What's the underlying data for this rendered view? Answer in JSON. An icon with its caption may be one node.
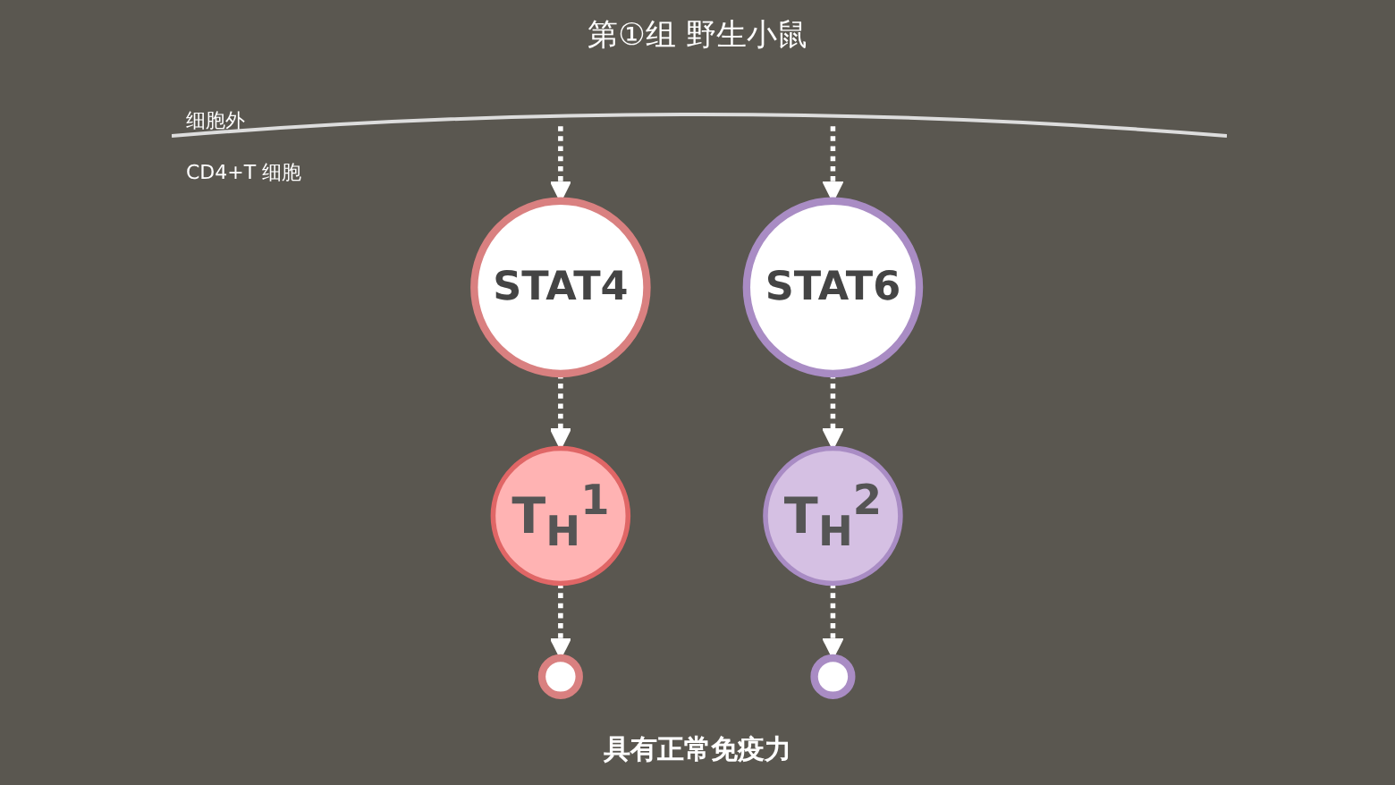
{
  "diagram": {
    "title": "第①组 野生小鼠",
    "caption": "具有正常免疫力",
    "nodes": [
      {
        "text": [
          "STAT4"
        ]
      },
      {
        "text": [
          "STAT6"
        ]
      },
      {
        "text": [
          "T$_{H}$$^{1}$"
        ]
      },
      {
        "text": [
          "T$_{H}$$^{2}$"
        ]
      },
      {
        "text": [],
        "shape": "circle"
      },
      {
        "text": [],
        "shape": "circle"
      }
    ],
    "edges": [
      {
        "from": null,
        "to": 0,
        "arrow": "to",
        "style": "dashed"
      },
      {
        "from": 0,
        "to": 2,
        "arrow": "to",
        "style": "dashed"
      },
      {
        "from": null,
        "to": 1,
        "arrow": "to",
        "style": "dashed"
      },
      {
        "from": 1,
        "to": 3,
        "arrow": "to",
        "style": "dashed"
      },
      {
        "from": 2,
        "to": 4,
        "arrow": "to",
        "style": "dashed"
      },
      {
        "from": 3,
        "to": 5,
        "arrow": "to",
        "style": "dashed"
      }
    ],
    "labels": [
      "细胞外",
      "CD4+T 细胞"
    ]
  }
}
